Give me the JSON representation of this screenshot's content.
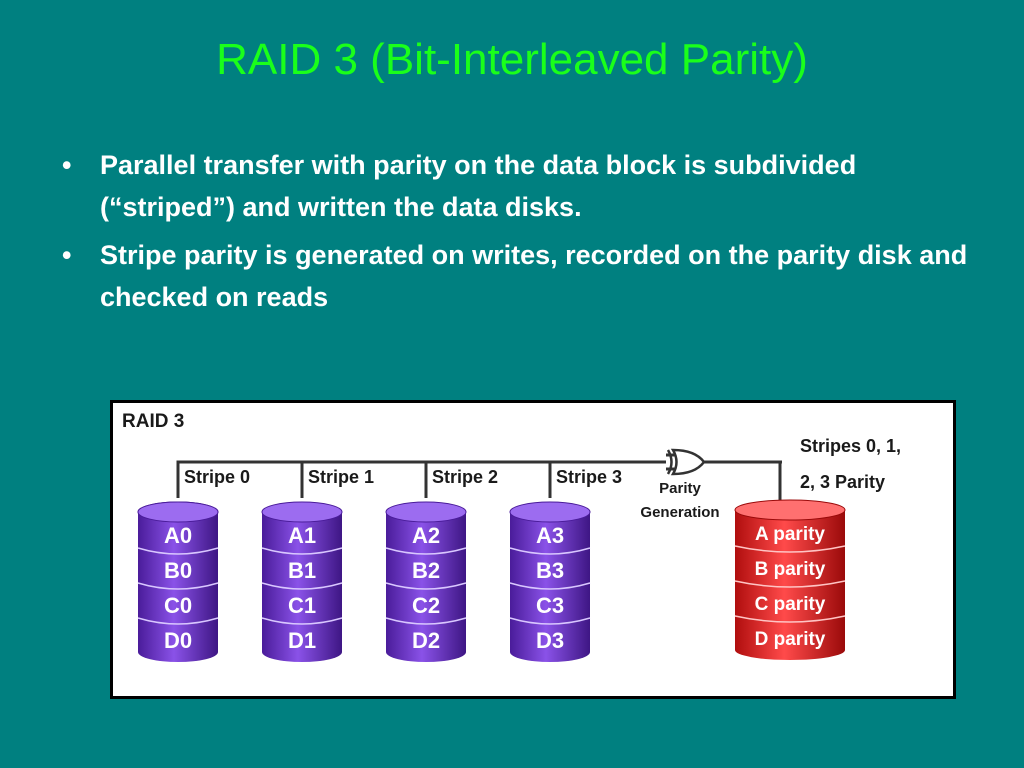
{
  "slide": {
    "title": "RAID 3 (Bit-Interleaved Parity)",
    "bullets": [
      "Parallel transfer with parity on the data block is subdivided (“striped”) and written the data disks.",
      "Stripe parity is generated on writes, recorded on the parity disk and checked on reads"
    ],
    "bullet_symbol": "•"
  },
  "diagram": {
    "heading": "RAID 3",
    "stripes": [
      "Stripe 0",
      "Stripe 1",
      "Stripe 2",
      "Stripe 3"
    ],
    "data_disks": [
      [
        "A0",
        "B0",
        "C0",
        "D0"
      ],
      [
        "A1",
        "B1",
        "C1",
        "D1"
      ],
      [
        "A2",
        "B2",
        "C2",
        "D2"
      ],
      [
        "A3",
        "B3",
        "C3",
        "D3"
      ]
    ],
    "parity_gen_label_1": "Parity",
    "parity_gen_label_2": "Generation",
    "parity_out_label_1": "Stripes 0, 1,",
    "parity_out_label_2": "2, 3 Parity",
    "parity_disk": [
      "A parity",
      "B parity",
      "C parity",
      "D parity"
    ],
    "colors": {
      "background": "#008080",
      "title": "#1aff1a",
      "data_disk": "#6a2fc9",
      "parity_disk": "#e02020",
      "diagram_bg": "#ffffff"
    }
  }
}
